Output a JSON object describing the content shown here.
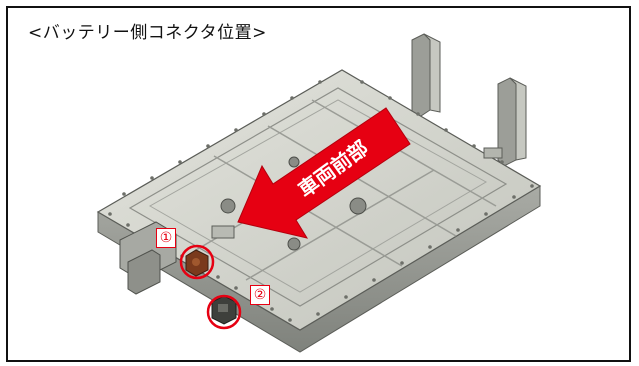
{
  "heading": "<バッテリー側コネクタ位置>",
  "arrow_label": "車両前部",
  "callouts": [
    {
      "id": "connector-1",
      "label": "①"
    },
    {
      "id": "connector-2",
      "label": "②"
    }
  ],
  "colors": {
    "accent_red": "#e60012",
    "pack_top": "#d3d4cc",
    "pack_side": "#9fa19b",
    "frame_border": "#111111"
  },
  "icons": [
    "front-direction-arrow",
    "connector-highlight-circle"
  ]
}
